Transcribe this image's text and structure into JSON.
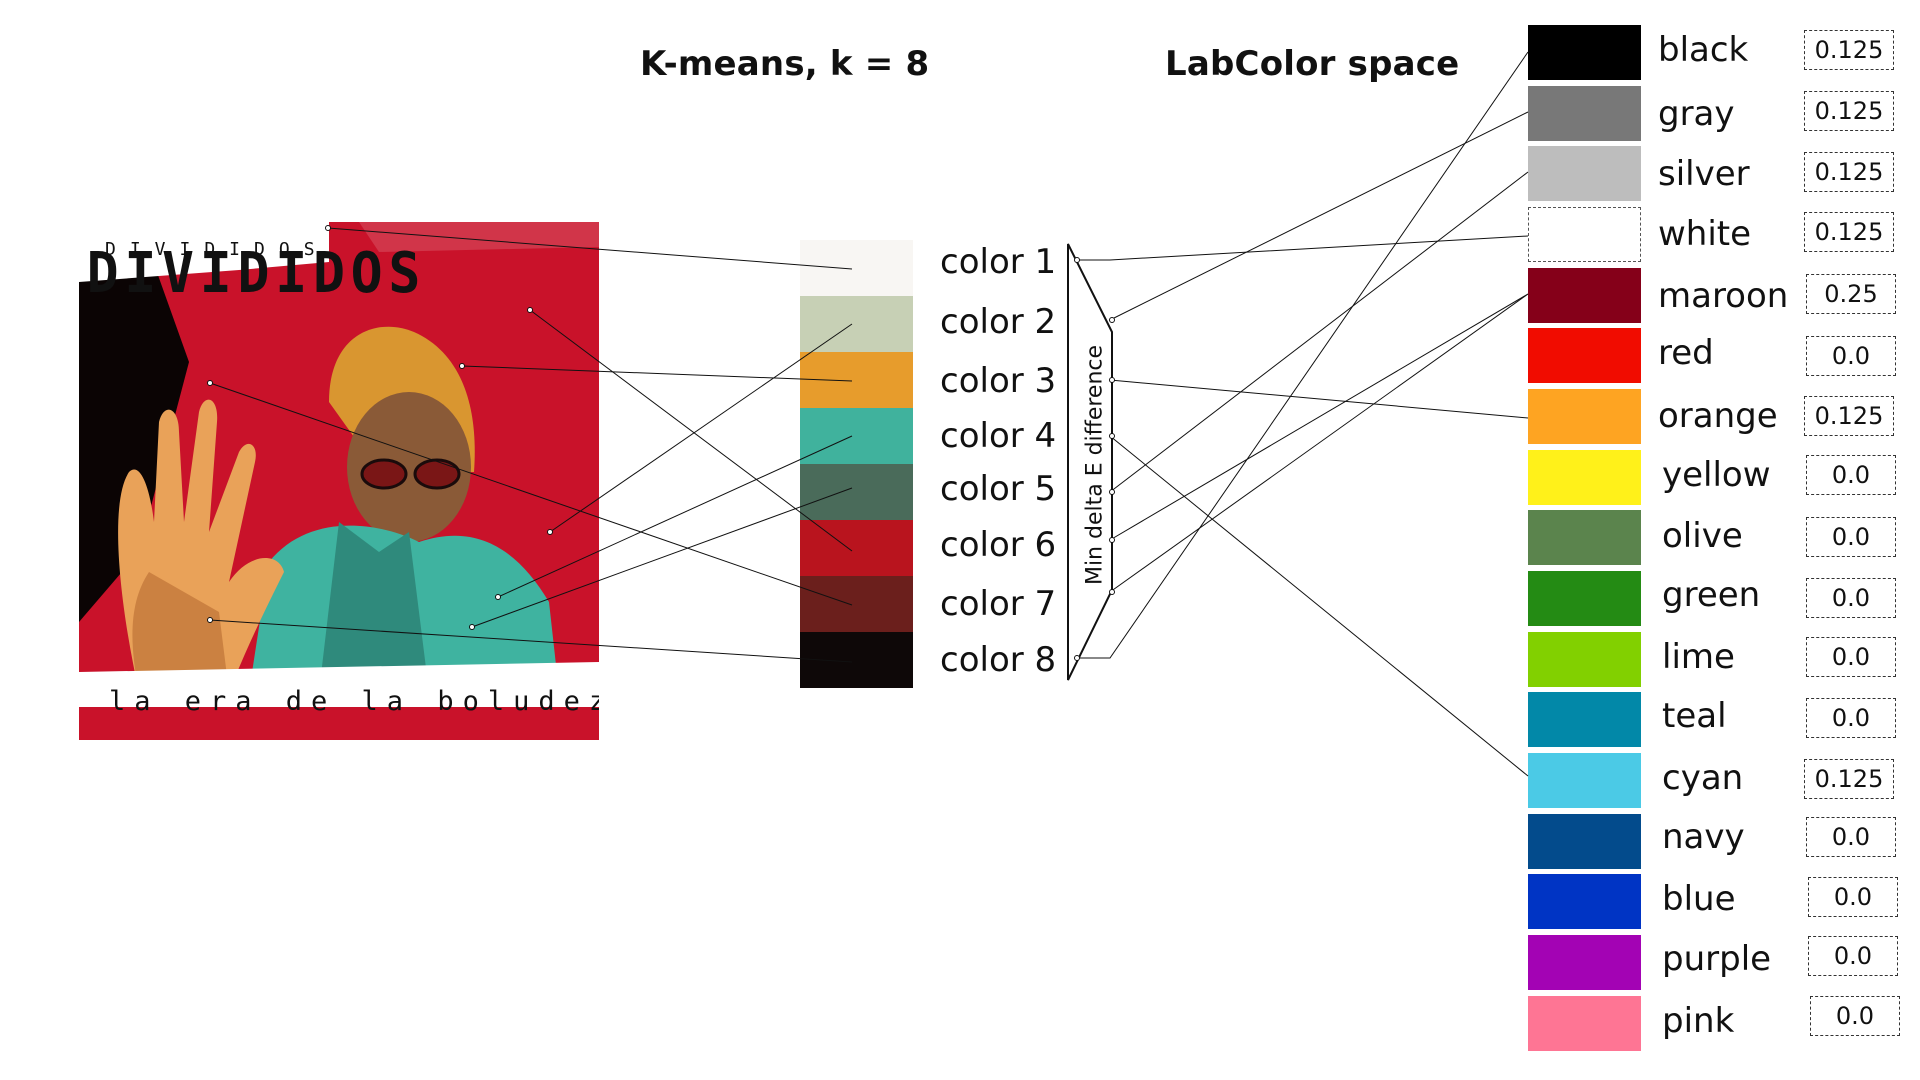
{
  "kmeans_title": "K-means, k = 8",
  "lab_title": "LabColor space",
  "album": {
    "band_name_small": "DIVIDIDOS",
    "band_name_large": "DIVIDIDOS",
    "subtitle": "la era de la boludez"
  },
  "funnel_label": "Min delta E difference",
  "clusters": [
    {
      "label": "color 1",
      "color": "#f8f6f3"
    },
    {
      "label": "color 2",
      "color": "#c7d0b5"
    },
    {
      "label": "color 3",
      "color": "#e79c2c"
    },
    {
      "label": "color 4",
      "color": "#40b29d"
    },
    {
      "label": "color 5",
      "color": "#4a6b5a"
    },
    {
      "label": "color 6",
      "color": "#b9141e"
    },
    {
      "label": "color 7",
      "color": "#6b1f1c"
    },
    {
      "label": "color 8",
      "color": "#0e0808"
    }
  ],
  "named_colors": [
    {
      "name": "black",
      "color": "#000000",
      "value": "0.125"
    },
    {
      "name": "gray",
      "color": "#787878",
      "value": "0.125"
    },
    {
      "name": "silver",
      "color": "#bdbdbd",
      "value": "0.125"
    },
    {
      "name": "white",
      "color": "#ffffff",
      "value": "0.125"
    },
    {
      "name": "maroon",
      "color": "#850019",
      "value": "0.25"
    },
    {
      "name": "red",
      "color": "#f10c00",
      "value": "0.0"
    },
    {
      "name": "orange",
      "color": "#fea422",
      "value": "0.125"
    },
    {
      "name": "yellow",
      "color": "#fff11a",
      "value": "0.0"
    },
    {
      "name": "olive",
      "color": "#5b844d",
      "value": "0.0"
    },
    {
      "name": "green",
      "color": "#248b14",
      "value": "0.0"
    },
    {
      "name": "lime",
      "color": "#82d000",
      "value": "0.0"
    },
    {
      "name": "teal",
      "color": "#0288a8",
      "value": "0.0"
    },
    {
      "name": "cyan",
      "color": "#4bcae6",
      "value": "0.125"
    },
    {
      "name": "navy",
      "color": "#034b8c",
      "value": "0.0"
    },
    {
      "name": "blue",
      "color": "#0034c4",
      "value": "0.0"
    },
    {
      "name": "purple",
      "color": "#a303b4",
      "value": "0.0"
    },
    {
      "name": "pink",
      "color": "#fe7594",
      "value": "0.0"
    }
  ]
}
